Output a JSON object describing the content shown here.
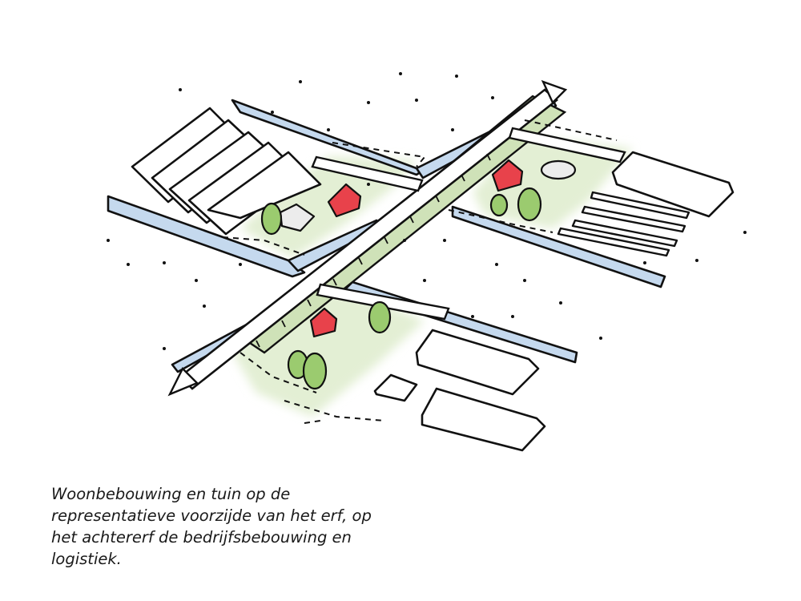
{
  "caption": {
    "lines": [
      "Woonbebouwing en tuin op de",
      "representatieve voorzijde van het erf, op",
      "het achtererf de bedrijfsbebouwing en",
      "logistiek."
    ]
  },
  "colors": {
    "water": "#c5d9ee",
    "lawn": "#e3efd4",
    "road_verge": "#cfe2b8",
    "tree": "#9bcb6f",
    "house": "#e8424b",
    "outbuilding": "#ececec",
    "ink": "#111111"
  },
  "icons": [
    "stable-icon",
    "house-icon",
    "tree-icon",
    "shed-icon",
    "road-arrow-icon",
    "silo-icon"
  ]
}
